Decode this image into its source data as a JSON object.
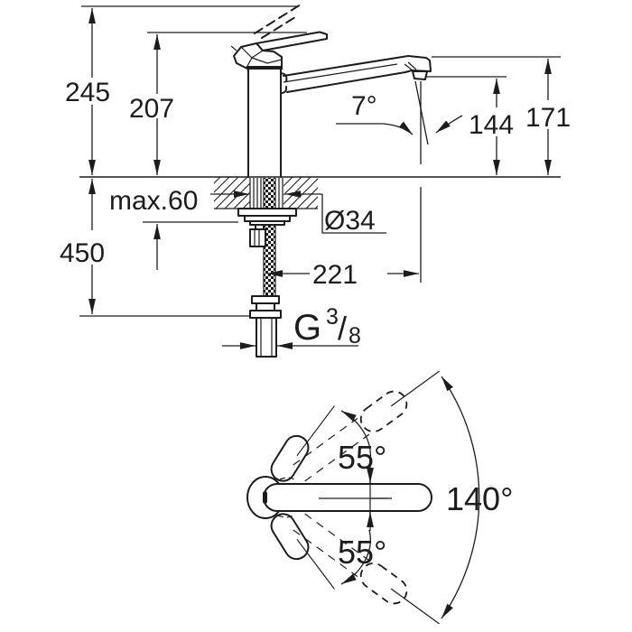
{
  "colors": {
    "line": "#1c1c1c",
    "background": "#ffffff"
  },
  "side_view": {
    "height_overall": "245",
    "height_to_lever": "207",
    "spout_tilt_angle": "7°",
    "outlet_height": "144",
    "spout_top_height": "171",
    "counter_thickness": "max.60",
    "hole_diameter": "Ø34",
    "hose_length": "450",
    "spout_reach": "221",
    "thread_label": {
      "g": "G",
      "sup": "3",
      "slash": "/",
      "sub": "8"
    }
  },
  "top_view": {
    "swing_upper": "55°",
    "swing_lower": "55°",
    "swing_total": "140°"
  }
}
